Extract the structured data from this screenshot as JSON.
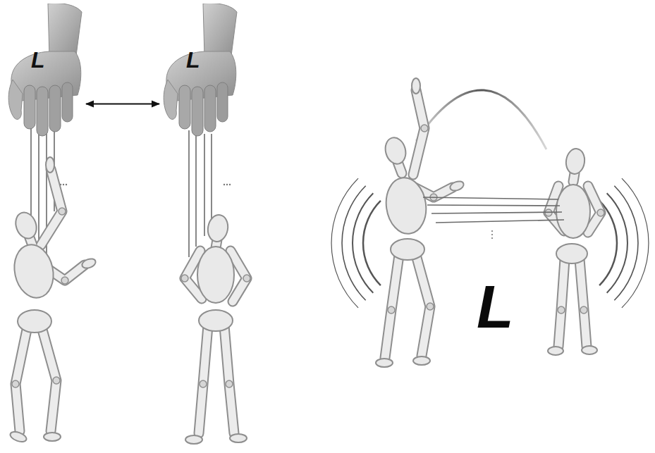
{
  "diagram": {
    "nodes": [
      {
        "text": [
          "L"
        ]
      },
      {
        "text": [
          "L"
        ]
      }
    ],
    "edges": [
      {
        "from": 0,
        "to": 1,
        "arrow": "both"
      }
    ],
    "labels": [
      "L"
    ]
  }
}
